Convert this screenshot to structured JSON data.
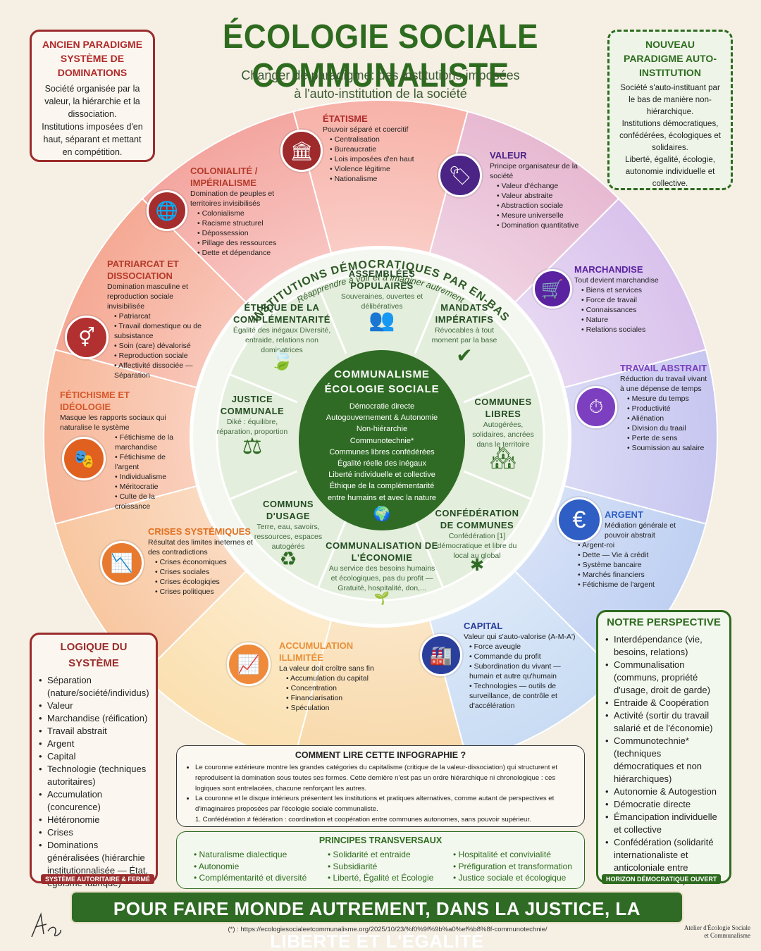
{
  "title": "ÉCOLOGIE SOCIALE COMMUNALISTE",
  "subtitle_1": "Changer de paradigme: des institutions imposées",
  "subtitle_2": "à l'auto-institution de la société",
  "old_paradigm": {
    "heading": "ANCIEN PARADIGME SYSTÈME DE DOMINATIONS",
    "text_1": "Société organisée par la valeur, la hiérarchie et la dissociation.",
    "text_2": "Institutions imposées d'en haut, séparant et mettant en compétition."
  },
  "new_paradigm": {
    "heading": "NOUVEAU PARADIGME AUTO-INSTITUTION",
    "text_1": "Société s'auto-instituant par le bas de manière non-hiérarchique.",
    "text_2": "Institutions démocratiques, confédérées, écologiques et solidaires.",
    "text_3": "Liberté, égalité, écologie, autonomie individuelle et collective."
  },
  "ring_title": "INSTITUTIONS DÉMOCRATIQUES PAR EN-BAS",
  "ring_subtitle": "Réapprendre à voir et à imaginer autrement",
  "categories": {
    "etatisme": {
      "title": "ÉTATISME",
      "desc": "Pouvoir séparé et coercitif",
      "items": [
        "Centralisation",
        "Bureaucratie",
        "Lois imposées d'en haut",
        "Violence légitime",
        "Nationalisme"
      ],
      "color": "#c0392b"
    },
    "valeur": {
      "title": "VALEUR",
      "desc": "Principe organisateur de la société",
      "items": [
        "Valeur d'échange",
        "Valeur abstraite",
        "Abstraction sociale",
        "Mesure universelle",
        "Domination quantitative"
      ],
      "color": "#5b2d8e"
    },
    "colonialite": {
      "title": "COLONIALITÉ / IMPÉRIALISME",
      "desc": "Domination  de peuples et territoires invisibilisés",
      "items": [
        "Colonialisme",
        "Racisme structurel",
        "Dépossession",
        "Pillage des ressources",
        "Dette et dépendance"
      ],
      "color": "#b83227"
    },
    "marchandise": {
      "title": "MARCHANDISE",
      "desc": "Tout devient marchandise",
      "items": [
        "Biens et services",
        "Force de travail",
        "Connaissances",
        "Nature",
        "Relations sociales"
      ],
      "color": "#6a2aa8"
    },
    "patriarcat": {
      "title": "PATRIARCAT ET DISSOCIATION",
      "desc": "Domination masculine et reproduction sociale invisibilisée",
      "items": [
        "Patriarcat",
        "Travail domestique ou de subsistance",
        "Soin (care) dévalorisé",
        "Reproduction sociale",
        "Affectivité dissociée — Séparation"
      ],
      "color": "#c0392b"
    },
    "travail": {
      "title": "TRAVAIL ABSTRAIT",
      "desc": "Réduction du travail vivant à une dépense de temps",
      "items": [
        "Mesure du temps",
        "Productivité",
        "Aliénation",
        "Division du traail",
        "Perte de sens",
        "Soumission au salaire"
      ],
      "color": "#7b3fbf"
    },
    "fetichisme": {
      "title": "FÉTICHISME ET IDÉOLOGIE",
      "desc": "Masque les rapports sociaux qui naturalise le système",
      "items": [
        "Fétichisme de la marchandise",
        "Fétichisme de l'argent",
        "Individualisme",
        "Méritocratie",
        "Culte de la croissance"
      ],
      "color": "#d4572a"
    },
    "argent": {
      "title": "ARGENT",
      "desc": "Médiation générale et pouvoir abstrait",
      "items": [
        "Argent-roi",
        "Dette — Vie à crédit",
        "Système bancaire",
        "Marchés financiers",
        "Fétichisme de l'argent"
      ],
      "color": "#2f5fc4"
    },
    "crises": {
      "title": "CRISES SYSTÉMIQUES",
      "desc": "Résultat des limites ineternes et des contradictions",
      "items": [
        "Crises économiques",
        "Crises sociales",
        "Crises écologiqies",
        "Crises politiques"
      ],
      "color": "#e07020"
    },
    "capital": {
      "title": "CAPITAL",
      "desc": "Valeur qui s'auto-valorise (A-M-A')",
      "items": [
        "Force aveugle",
        "Commande du profit",
        "Subordination du vivant — humain et autre qu'humain",
        "Technologies — outils de surveillance, de contrôle et d'accélération"
      ],
      "color": "#2a3f9c"
    },
    "accumulation": {
      "title": "ACCUMULATION ILLIMITÉE",
      "desc": "La valeur doit croître sans fin",
      "items": [
        "Accumulation du capital",
        "Concentration",
        "Financiarisation",
        "Spéculation"
      ],
      "color": "#e8903a"
    }
  },
  "inner": {
    "assemblees": {
      "title": "ASSEMBLÉES POPULAIRES",
      "desc": "Souveraines, ouvertes et délibératives"
    },
    "mandats": {
      "title": "MANDATS IMPÉRATIFS",
      "desc": "Révocables à tout moment par la base"
    },
    "ethique": {
      "title": "ÉTHIQUE DE LA COMPLÉMENTARITÉ",
      "desc": "Égalité des inégaux Diversité, entraide, relations non dominatrices"
    },
    "communes": {
      "title": "COMMUNES LIBRES",
      "desc": "Autogérées, solidaires, ancrées dans le territoire"
    },
    "justice": {
      "title": "JUSTICE COMMUNALE",
      "desc": "Diké : équilibre, réparation, proportion"
    },
    "confederation": {
      "title": "CONFÉDÉRATION DE COMMUNES",
      "desc": "Confédération [1] démocratique et libre du local au global"
    },
    "communs": {
      "title": "COMMUNS D'USAGE",
      "desc": "Terre, eau, savoirs, ressources, espaces autogérés"
    },
    "communalisation": {
      "title": "COMMUNALISATION DE L'ÉCONOMIE",
      "desc": "Au service des besoins humains et écologiques, pas du profit — Gratuité, hospitalité, don,..."
    }
  },
  "core": {
    "title_1": "COMMUNALISME",
    "title_2": "ÉCOLOGIE SOCIALE",
    "lines": [
      "Démocratie directe",
      "Autogouvernement & Autonomie",
      "Non-hiérarchie",
      "Communotechnie*",
      "Communes libres confédérées",
      "Égalité réelle des inégaux",
      "Liberté individuelle et collective",
      "Éthique de la complémentarité",
      "entre humains et avec la nature"
    ]
  },
  "logic": {
    "heading": "LOGIQUE DU SYSTÈME",
    "items": [
      "Séparation (nature/société/individus)",
      "Valeur",
      "Marchandise (réification)",
      "Travail abstrait",
      "Argent",
      "Capital",
      "Technologie (techniques autoritaires)",
      "Accumulation (concurence)",
      "Hétéronomie",
      "Crises",
      "Dominations généralisées (hiérarchie institutionnalisée — État, égoïsme fabriqué)"
    ],
    "tag": "SYSTÈME AUTORITAIRE & FERMÉ"
  },
  "perspective": {
    "heading": "NOTRE PERSPECTIVE",
    "items": [
      "Interdépendance (vie, besoins, relations)",
      "Communalisation (communs, propriété d'usage, droit de garde)",
      "Entraide & Coopération",
      "Activité (sortir du travail salarié et de l'économie)",
      "Communotechnie* (techniques démocratiques et non hiérarchiques)",
      "Autonomie & Autogestion",
      "Démocratie directe",
      "Émancipation individuelle et collective",
      "Confédération (solidarité internationaliste et anticoloniale entre communes libres)"
    ],
    "tag": "HORIZON DÉMOCRATIQUE OUVERT"
  },
  "howto": {
    "heading": "COMMENT LIRE CETTE INFOGRAPHIE ?",
    "p1": "Le couronne extérieure montre les grandes catégories du capitalisme (critique de la valeur-dissociation) qui structurent et reproduisent la domination sous toutes ses formes. Cette dernière n'est pas un ordre hiérarchique ni chronologique : ces logiques sont entrelacées, chacune renforçant les autres.",
    "p2": "La couronne et le disque intérieurs présentent les institutions et pratiques alternatives, comme autant de perspectives et d'imaginaires proposées par l'écologie sociale communaliste.",
    "p3": "1. Confédération ≠ fédération : coordination et coopération entre communes autonomes, sans pouvoir supérieur."
  },
  "principles": {
    "heading": "PRINCIPES TRANSVERSAUX",
    "col1": [
      "Naturalisme dialectique",
      "Autonomie",
      "Complémentarité et diversité"
    ],
    "col2": [
      "Solidarité et entraide",
      "Subsidiarité",
      "Liberté, Égalité et Écologie"
    ],
    "col3": [
      "Hospitalité et convivialité",
      "Préfiguration et transformation",
      "Justice sociale et écologique"
    ]
  },
  "banner": "POUR FAIRE MONDE AUTREMENT, DANS LA JUSTICE, LA LIBERTÉ ET L'ÉGALITÉ",
  "footnote": "(*) : https://ecologiesocialeetcommunalisme.org/2025/10/23/%f0%9f%9b%a0%ef%b8%8f-communotechnie/",
  "atelier_1": "Atelier d'Écologie Sociale",
  "atelier_2": "et Communalisme"
}
